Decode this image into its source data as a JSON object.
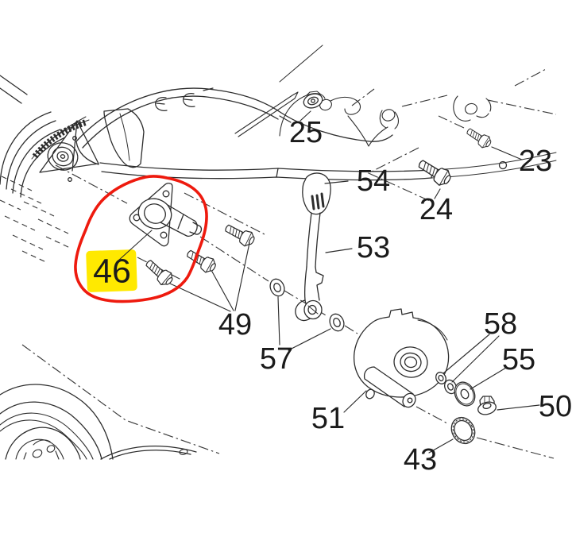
{
  "diagram": {
    "description": "Exploded parts diagram of a lawnmower transmission / height-adjust area with hand-drawn highlight around part 46",
    "background_color": "#ffffff",
    "line_color": "#2d2d2d",
    "highlight_circle_color": "#ee1a0e",
    "highlight_fill_color": "#ffe900",
    "highlighted_part": "46",
    "labels": [
      {
        "part": "25"
      },
      {
        "part": "23"
      },
      {
        "part": "24"
      },
      {
        "part": "54"
      },
      {
        "part": "53"
      },
      {
        "part": "46"
      },
      {
        "part": "49"
      },
      {
        "part": "57"
      },
      {
        "part": "58"
      },
      {
        "part": "55"
      },
      {
        "part": "50"
      },
      {
        "part": "51"
      },
      {
        "part": "43"
      }
    ]
  }
}
